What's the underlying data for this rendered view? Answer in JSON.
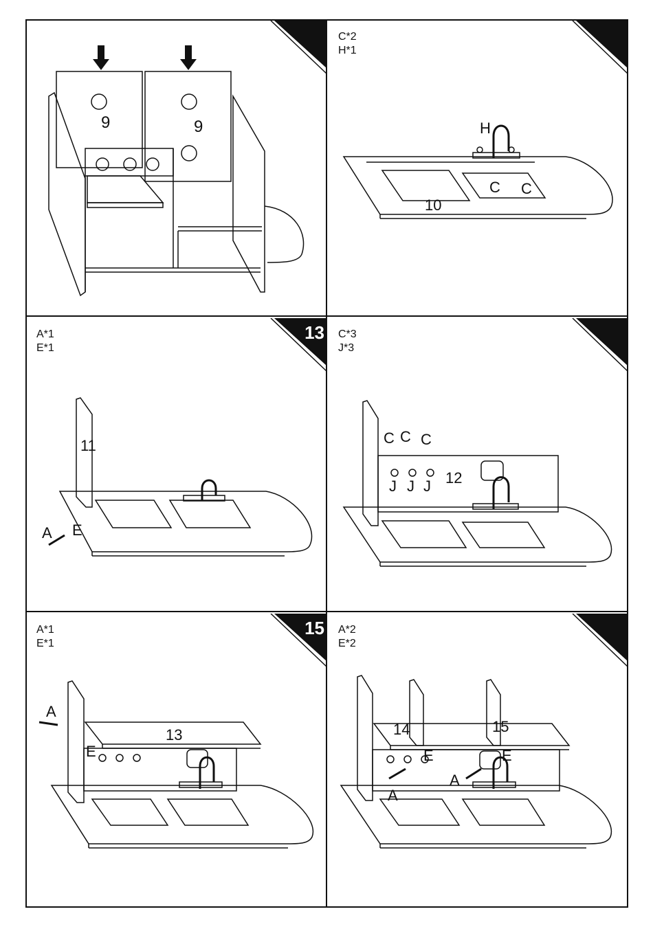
{
  "steps": [
    {
      "number": "",
      "parts": [],
      "labels": [
        "9",
        "9"
      ]
    },
    {
      "number": "",
      "parts": [
        "C*2",
        "H*1"
      ],
      "labels": [
        "H",
        "C",
        "C",
        "10"
      ]
    },
    {
      "number": "13",
      "parts": [
        "A*1",
        "E*1"
      ],
      "labels": [
        "11",
        "A",
        "E"
      ]
    },
    {
      "number": "",
      "parts": [
        "C*3",
        "J*3"
      ],
      "labels": [
        "C",
        "C",
        "C",
        "J",
        "J",
        "J",
        "12"
      ]
    },
    {
      "number": "15",
      "parts": [
        "A*1",
        "E*1"
      ],
      "labels": [
        "A",
        "E",
        "13"
      ]
    },
    {
      "number": "",
      "parts": [
        "A*2",
        "E*2"
      ],
      "labels": [
        "14",
        "15",
        "E",
        "E",
        "A",
        "A"
      ]
    }
  ],
  "colors": {
    "line": "#111111",
    "corner": "#111111",
    "paper": "#ffffff"
  }
}
